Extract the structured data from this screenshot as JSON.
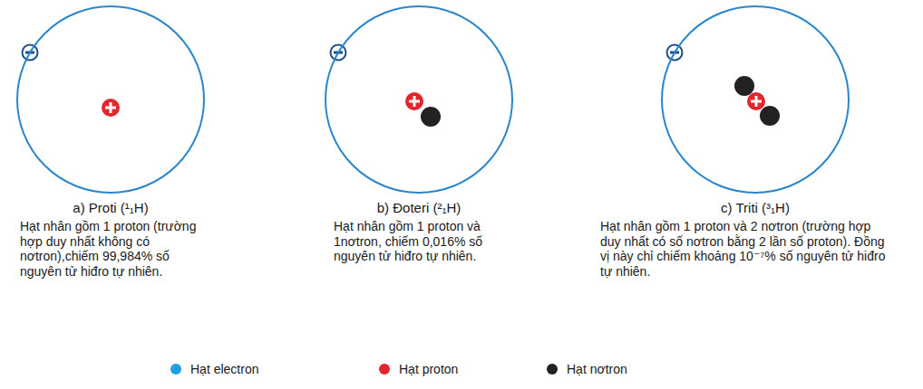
{
  "diagram": {
    "nodes": [
      {
        "text": [
          "a) Proti (¹₁H)",
          "Hạt nhân gồm 1 proton (trường hợp duy nhất không có nơtron),chiếm 99,984% số nguyên tử hiđro tự nhiên."
        ]
      },
      {
        "text": [
          "b) Đoteri (²₁H)",
          "Hạt nhân gồm 1 proton và 1nơtron, chiếm 0,016% số nguyên tử hiđro tự nhiên."
        ]
      },
      {
        "text": [
          "c) Triti (³₁H)",
          "Hạt nhân gồm 1 proton và 2 nơtron (trường hợp duy nhất có số nơtron bằng 2 lần số proton). Đồng vị này chỉ chiếm khoảng 10⁻⁷% số nguyên tử hiđro tự nhiên."
        ]
      }
    ],
    "legend": [
      {
        "text": "Hạt electron",
        "color": "#1e9fe0"
      },
      {
        "text": "Hạt proton",
        "color": "#e3262d"
      },
      {
        "text": "Hạt nơtron",
        "color": "#222222"
      }
    ]
  }
}
